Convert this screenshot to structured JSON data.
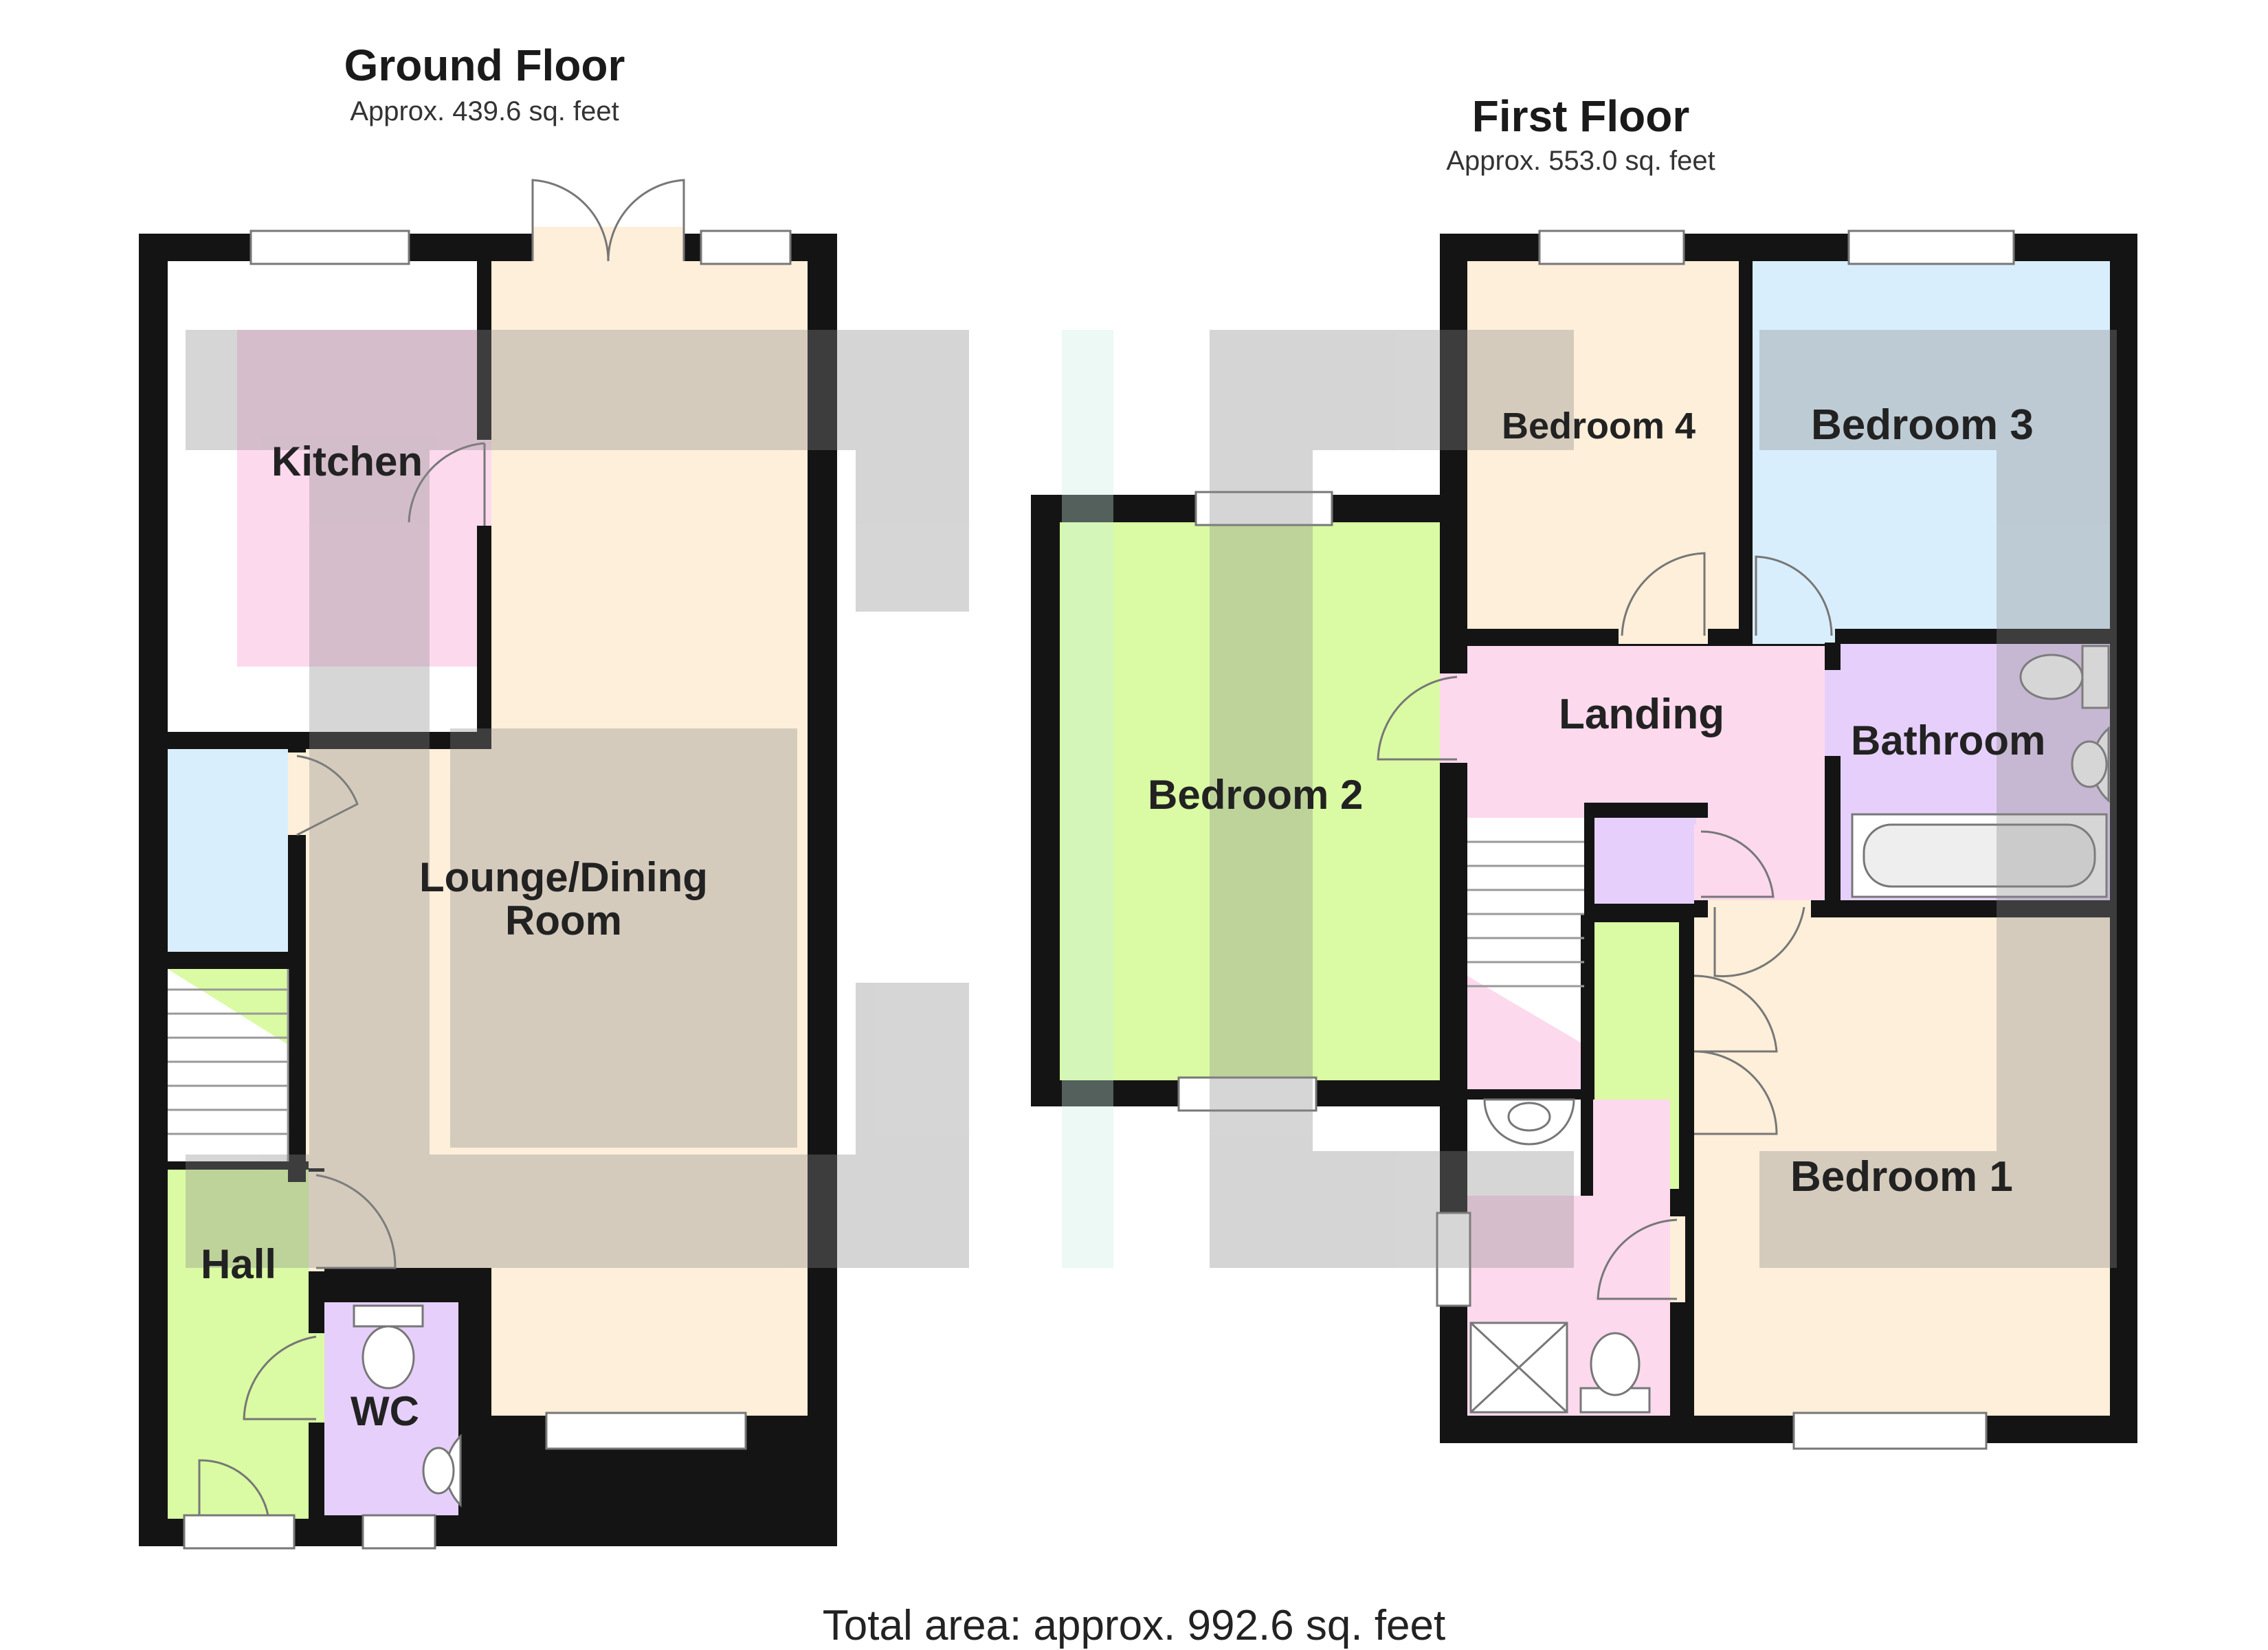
{
  "ground_floor": {
    "title": "Ground Floor",
    "area": "Approx. 439.6 sq. feet",
    "rooms": {
      "kitchen": "Kitchen",
      "lounge_line1": "Lounge/Dining",
      "lounge_line2": "Room",
      "hall": "Hall",
      "wc": "WC"
    }
  },
  "first_floor": {
    "title": "First Floor",
    "area": "Approx. 553.0 sq. feet",
    "rooms": {
      "bedroom2": "Bedroom 2",
      "bedroom4": "Bedroom 4",
      "bedroom3": "Bedroom 3",
      "landing": "Landing",
      "bathroom": "Bathroom",
      "bedroom1": "Bedroom 1"
    }
  },
  "total_area": "Total area: approx. 992.6 sq. feet",
  "colors": {
    "wall": "#141414",
    "kitchen": "#fdd9ee",
    "lounge": "#fdefd9",
    "store": "#d9eefc",
    "hall": "#dafba3",
    "wc": "#e6d0fb",
    "bedroom2": "#dafba3",
    "bedroom4": "#fdefd9",
    "bedroom3": "#d9eefc",
    "landing": "#fdd9ee",
    "bathroom": "#e6d0fb",
    "bedroom1": "#fdefd9",
    "watermark": "#9a9a9a"
  }
}
